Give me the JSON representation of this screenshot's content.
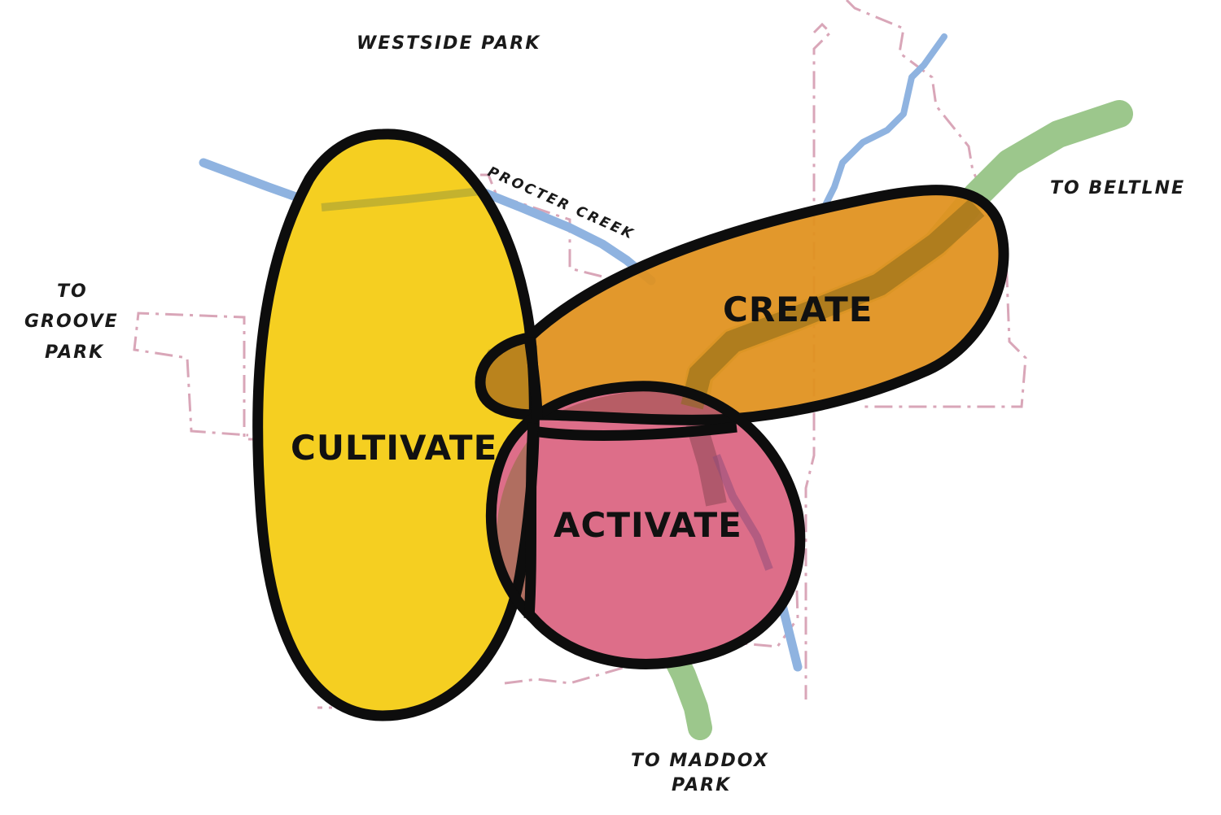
{
  "map": {
    "place_labels": {
      "westside_park": "WESTSIDE PARK",
      "procter_creek": "PROCTER CREEK",
      "to_beltline": "TO BELTLNE",
      "to_groove_park": [
        "TO",
        "GROOVE",
        "PARK"
      ],
      "to_maddox_park": [
        "TO MADDOX",
        "PARK"
      ]
    },
    "zones": [
      {
        "name": "CULTIVATE",
        "color": "#f5cf21"
      },
      {
        "name": "CREATE",
        "color": "#e0921f"
      },
      {
        "name": "ACTIVATE",
        "color": "#dd6e89"
      }
    ],
    "features": {
      "creek_color": "#8fb3e0",
      "greenway_color": "#9cc78c",
      "boundary_color": "#d9a6b8",
      "outline_color": "#0d0d0d"
    }
  }
}
